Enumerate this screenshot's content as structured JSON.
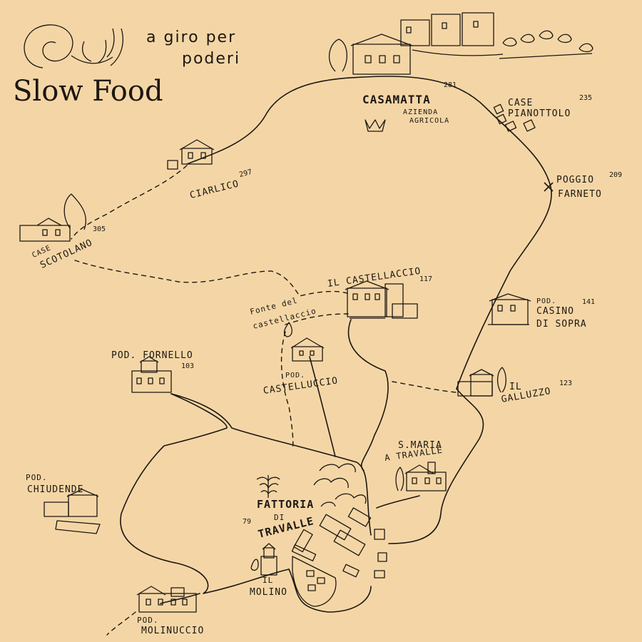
{
  "header": {
    "brand": "Slow Food",
    "tagline_line1": "a giro per",
    "tagline_line2": "poderi"
  },
  "places": {
    "casamatta": {
      "name": "CASAMATTA",
      "sub1": "AZIENDA",
      "sub2": "AGRICOLA",
      "elevation": "281"
    },
    "case_pianottolo": {
      "line1": "CASE",
      "line2": "PIANOTTOLO",
      "elevation": "235"
    },
    "poggio_farneto": {
      "line1": "POGGIO",
      "line2": "FARNETO",
      "elevation": "209"
    },
    "ciarlico": {
      "name": "CIARLICO",
      "elevation": "297"
    },
    "case_scotolano": {
      "line1": "CASE",
      "line2": "SCOTOLANO",
      "elevation": "305"
    },
    "il_castellaccio": {
      "name": "IL CASTELLACCIO",
      "elevation": "117"
    },
    "fonte_castellaccio": {
      "line1": "Fonte del",
      "line2": "castellaccio"
    },
    "pod_casino_sopra": {
      "line1": "POD.",
      "line2": "CASINO",
      "line3": "DI SOPRA",
      "elevation": "141"
    },
    "pod_fornello": {
      "name": "POD. FORNELLO",
      "elevation": "103"
    },
    "pod_castelluccio": {
      "line1": "POD.",
      "line2": "CASTELLUCCIO"
    },
    "il_galluzzo": {
      "line1": "IL",
      "line2": "GALLUZZO",
      "elevation": "123"
    },
    "s_maria_travalle": {
      "line1": "S.MARIA",
      "line2": "A TRAVALLE"
    },
    "pod_chiudende": {
      "line1": "POD.",
      "line2": "CHIUDENDE"
    },
    "fattoria_travalle": {
      "line1": "FATTORIA",
      "line2": "DI",
      "line3": "TRAVALLE",
      "elevation": "79"
    },
    "il_molino": {
      "line1": "IL",
      "line2": "MOLINO"
    },
    "pod_molinuccio": {
      "line1": "POD.",
      "line2": "MOLINUCCIO"
    }
  },
  "colors": {
    "paper": "#f4d6a6",
    "ink": "#1c1712"
  }
}
